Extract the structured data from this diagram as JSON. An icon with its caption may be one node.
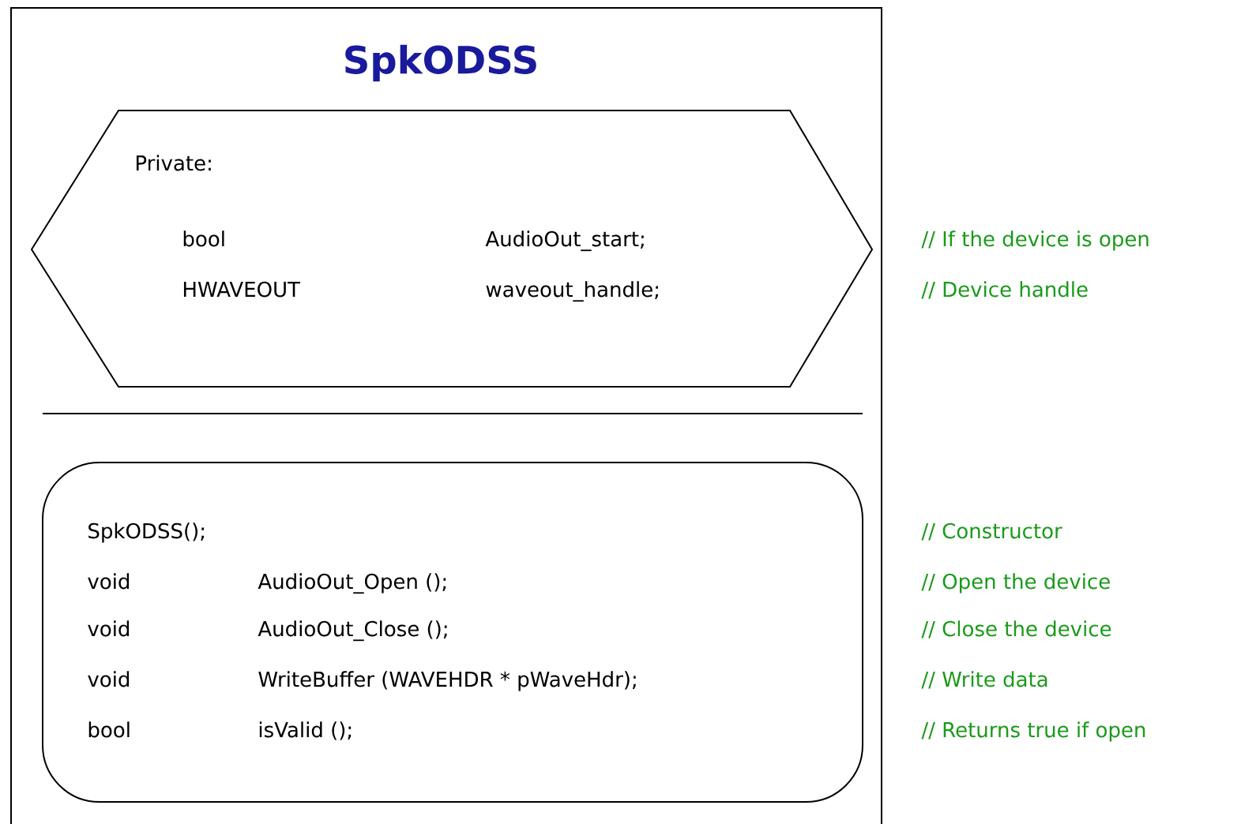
{
  "diagram": {
    "nodes": [
      {
        "text": [
          "SpkODSS"
        ]
      },
      {
        "text": [
          "Private:",
          "bool",
          "AudioOut_start;",
          "HWAVEOUT",
          "waveout_handle;"
        ],
        "in": 0,
        "beside": [
          "// If the device is open",
          "// Device handle"
        ]
      },
      {
        "text": [
          "SpkODSS();",
          "void",
          "AudioOut_Open ();",
          "void",
          "AudioOut_Close ();",
          "void",
          "WriteBuffer (WAVEHDR * pWaveHdr);",
          "bool",
          "isValid ();"
        ],
        "in": 0,
        "beside": [
          "// Constructor",
          "// Open the device",
          "// Close the device",
          "// Write data",
          "// Returns true if open"
        ]
      }
    ]
  }
}
